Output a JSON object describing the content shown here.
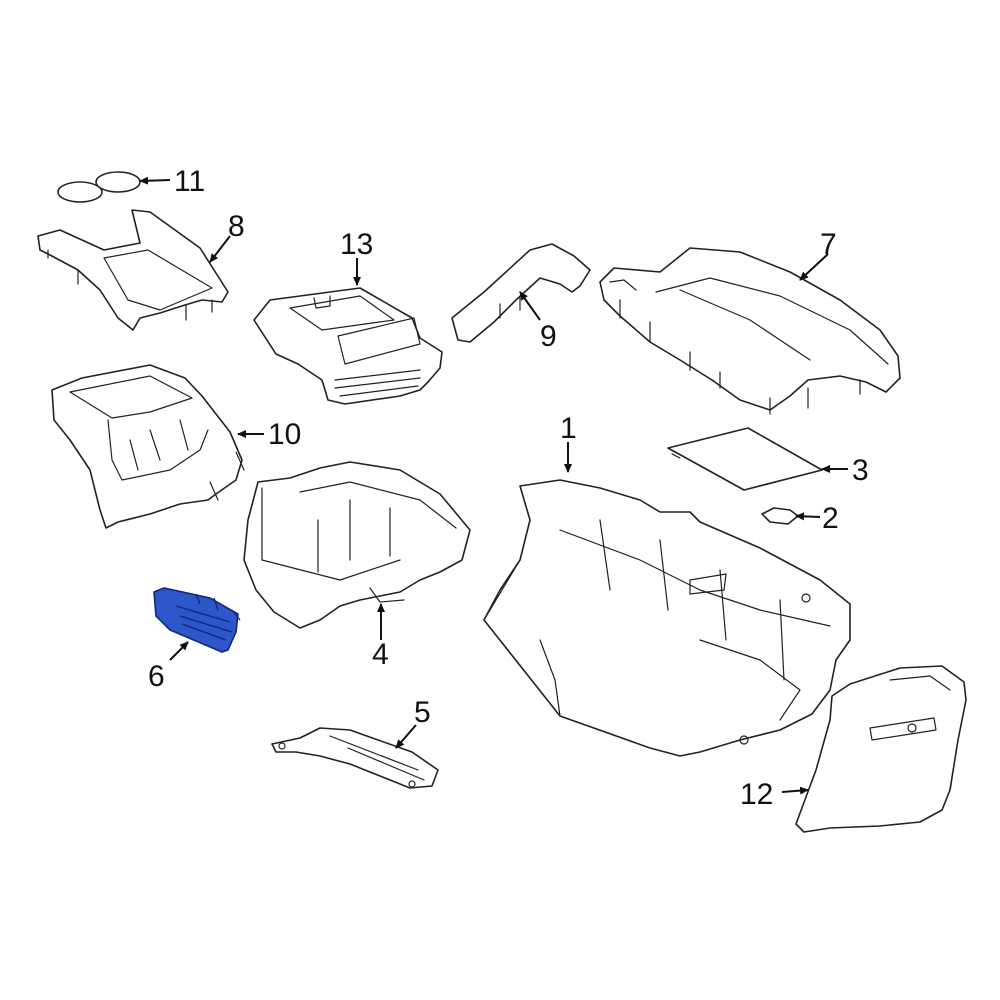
{
  "callouts": {
    "c1": "1",
    "c2": "2",
    "c3": "3",
    "c4": "4",
    "c5": "5",
    "c6": "6",
    "c7": "7",
    "c8": "8",
    "c9": "9",
    "c10": "10",
    "c11": "11",
    "c12": "12",
    "c13": "13"
  },
  "colors": {
    "highlight": "#2d56c8",
    "line": "#222222",
    "background": "#ffffff"
  },
  "highlighted_part": "6"
}
